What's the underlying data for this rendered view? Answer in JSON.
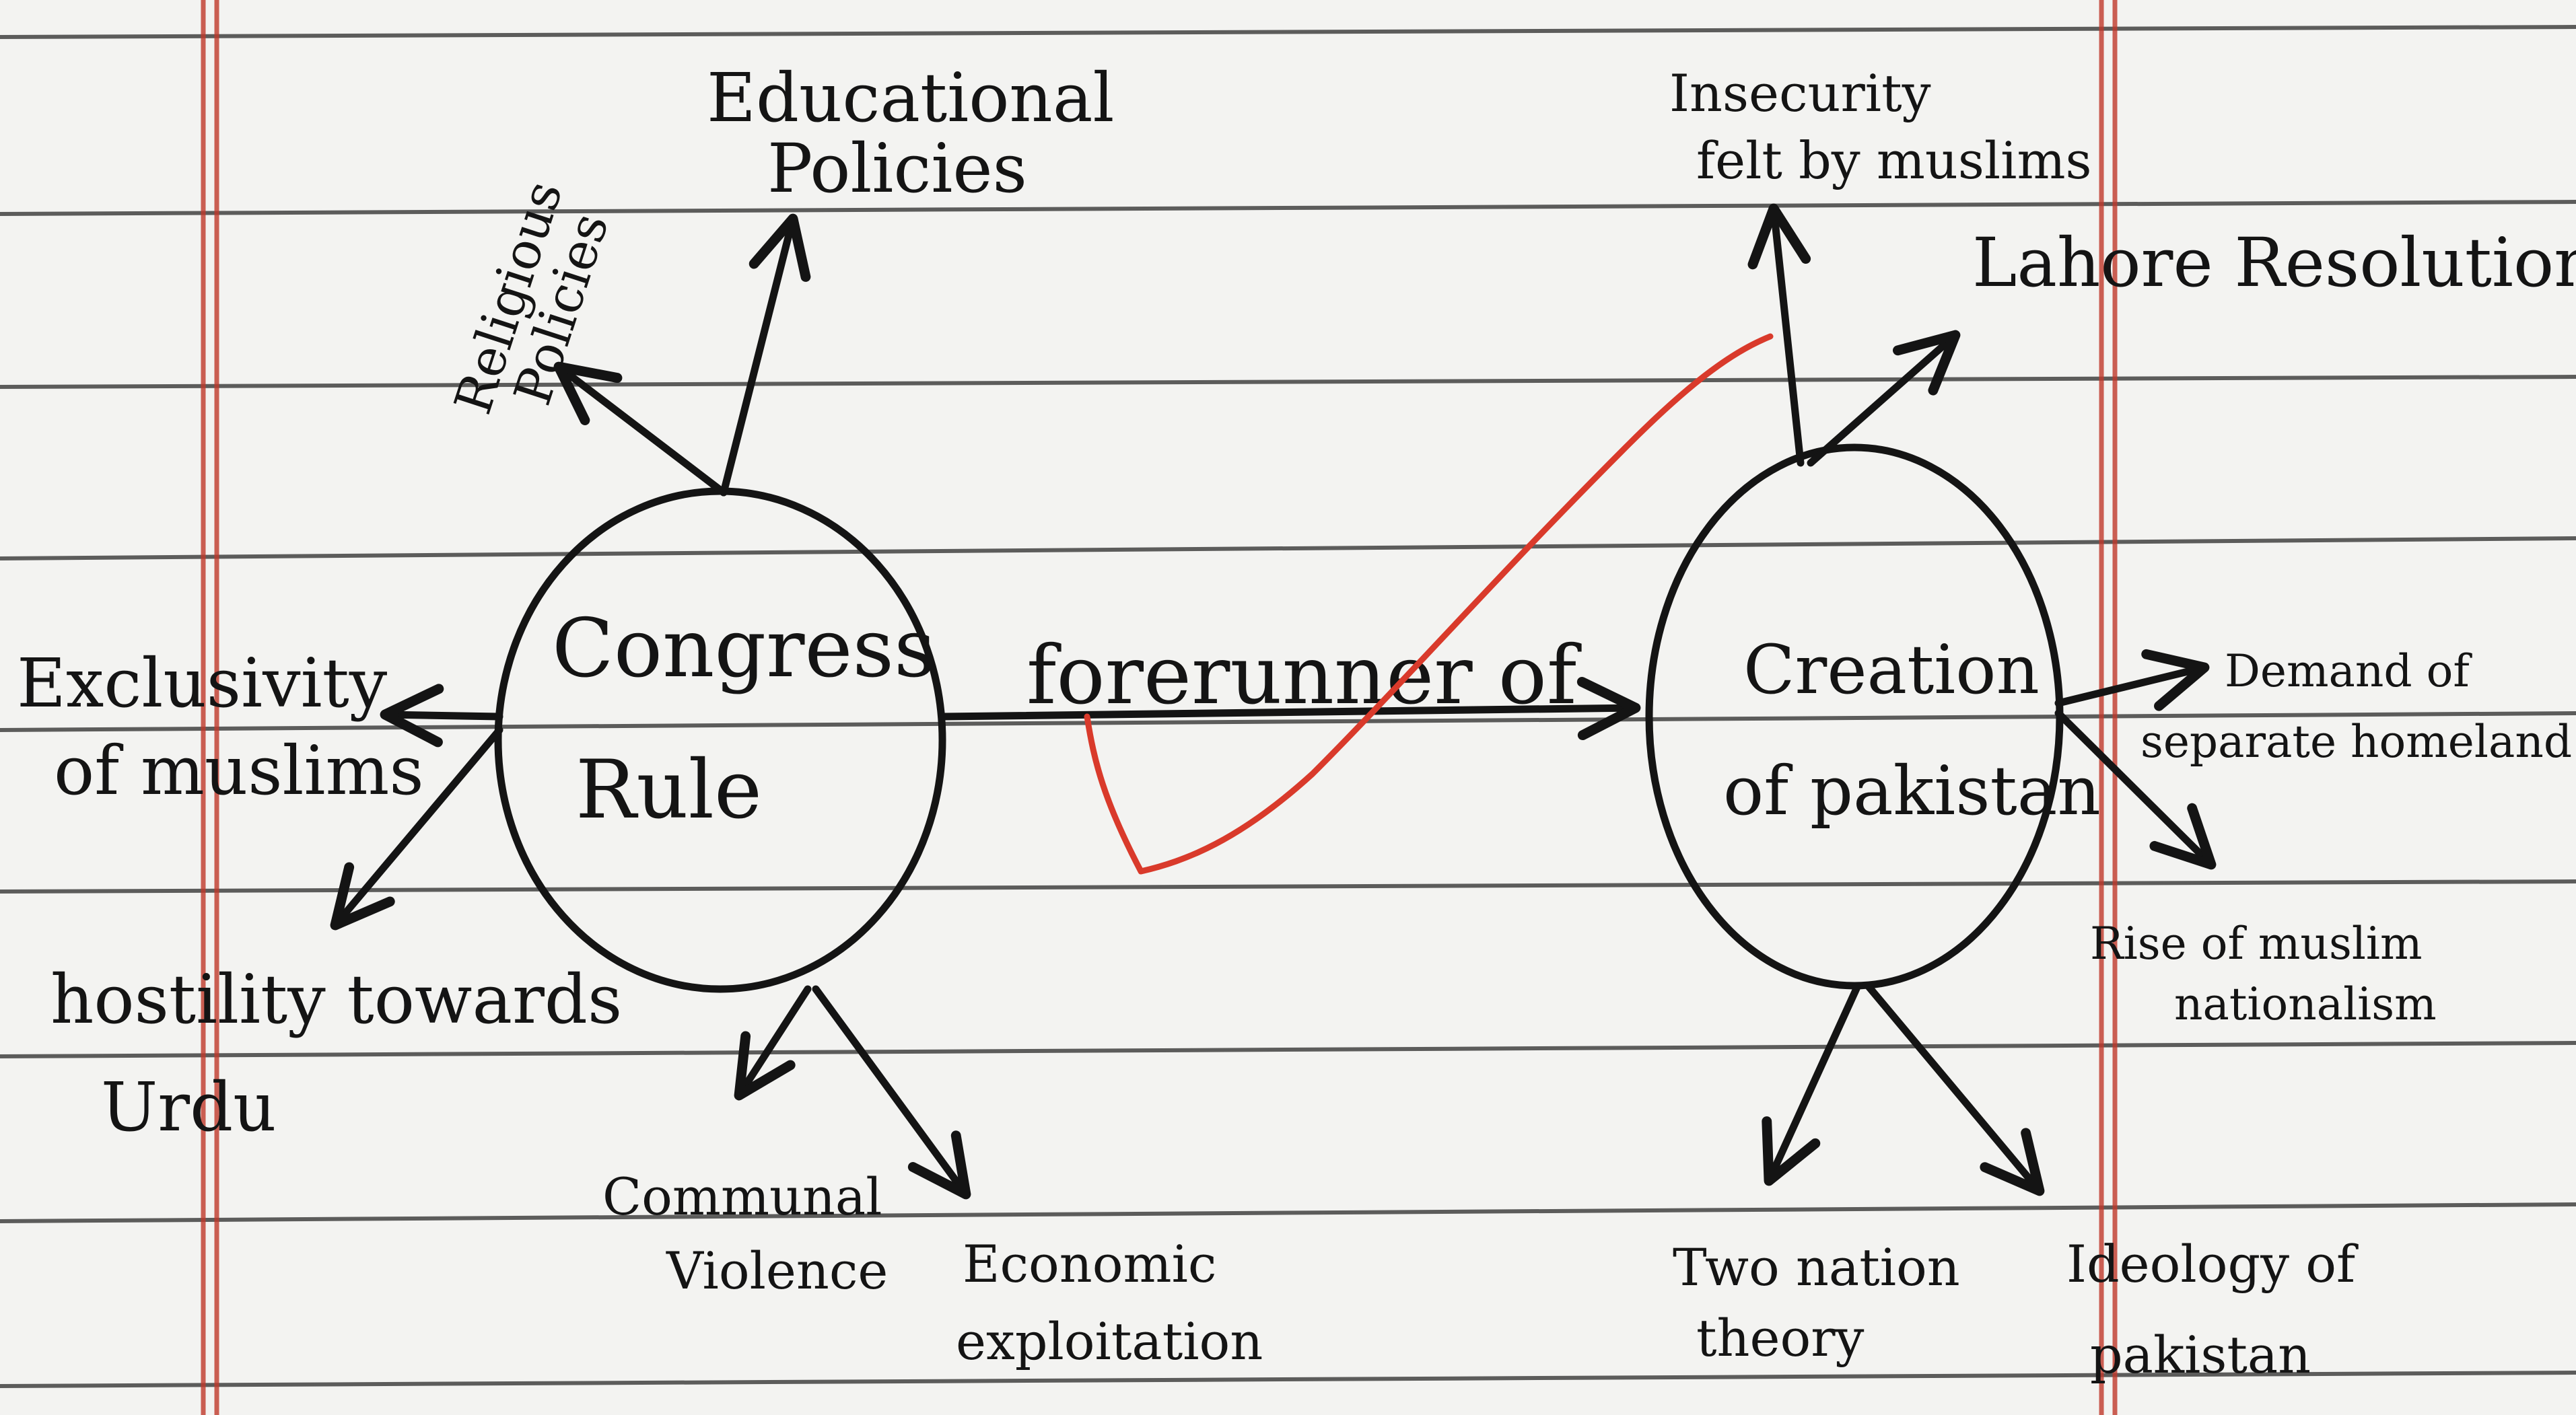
{
  "colors": {
    "paper": "#f3f3f1",
    "rule_line": "#2a2a2a",
    "margin_line": "#c0392b",
    "ink": "#141414",
    "check_mark": "#d93a2b"
  },
  "left_node": {
    "line1": "Congress",
    "line2": "Rule"
  },
  "right_node": {
    "line1": "Creation",
    "line2": "of pakistan"
  },
  "connector": {
    "label": "forerunner of"
  },
  "left_branches": {
    "religious": {
      "line1": "Religious",
      "line2": "Policies"
    },
    "educational": {
      "line1": "Educational",
      "line2": "Policies"
    },
    "exclusivity": {
      "line1": "Exclusivity",
      "line2": "of muslims"
    },
    "hostility": {
      "line1": "hostility towards",
      "line2": "Urdu"
    },
    "communal": {
      "line1": "Communal",
      "line2": "Violence"
    },
    "economic": {
      "line1": "Economic",
      "line2": "exploitation"
    }
  },
  "right_branches": {
    "insecurity": {
      "line1": "Insecurity",
      "line2": "felt by muslims"
    },
    "lahore": {
      "line1": "Lahore Resolution"
    },
    "demand": {
      "line1": "Demand of",
      "line2": "separate homeland"
    },
    "rise": {
      "line1": "Rise of muslim",
      "line2": "nationalism"
    },
    "two_nation": {
      "line1": "Two nation",
      "line2": "theory"
    },
    "ideology": {
      "line1": "Ideology of",
      "line2": "pakistan"
    }
  },
  "annotation": {
    "icon": "check-mark-icon"
  }
}
